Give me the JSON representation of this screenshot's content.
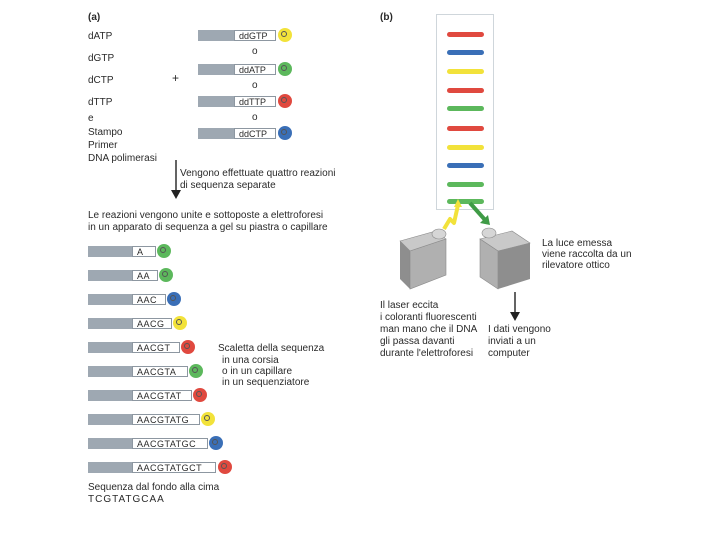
{
  "colors": {
    "yellow": "#f2e23a",
    "green": "#5cb85c",
    "red": "#e0493f",
    "blue": "#3a6fb7",
    "bar_gray": "#9ea8b2"
  },
  "panel_a": {
    "label": "(a)",
    "reagents": [
      "dATP",
      "dGTP",
      "dCTP",
      "dTTP",
      "e",
      "Stampo",
      "Primer",
      "DNA polimerasi"
    ],
    "plus": "+",
    "dideoxy": [
      {
        "text": "ddGTP",
        "color": "yellow"
      },
      {
        "text": "ddATP",
        "color": "green"
      },
      {
        "text": "ddTTP",
        "color": "red"
      },
      {
        "text": "ddCTP",
        "color": "blue"
      }
    ],
    "or_word": "o",
    "step1": [
      "Vengono effettuate quattro reazioni",
      "di sequenza separate"
    ],
    "step2": [
      "Le reazioni vengono unite e sottoposte a elettroforesi",
      "in un apparato di sequenza a gel su piastra o capillare"
    ],
    "fragments": [
      {
        "seq": "A",
        "color": "green"
      },
      {
        "seq": "AA",
        "color": "green"
      },
      {
        "seq": "AAC",
        "color": "blue"
      },
      {
        "seq": "AACG",
        "color": "yellow"
      },
      {
        "seq": "AACGT",
        "color": "red"
      },
      {
        "seq": "AACGTA",
        "color": "green"
      },
      {
        "seq": "AACGTAT",
        "color": "red"
      },
      {
        "seq": "AACGTATG",
        "color": "yellow"
      },
      {
        "seq": "AACGTATGC",
        "color": "blue"
      },
      {
        "seq": "AACGTATGCT",
        "color": "red"
      }
    ],
    "ladder_caption": [
      "Scaletta della sequenza",
      "in una corsia",
      "o in un capillare",
      "in un sequenziatore"
    ],
    "bottom_caption": "Sequenza dal fondo alla cima",
    "bottom_sequence": "TCGTATGCAA"
  },
  "panel_b": {
    "label": "(b)",
    "bands": [
      "red",
      "blue",
      "yellow",
      "red",
      "green",
      "red",
      "yellow",
      "blue",
      "green",
      "green"
    ],
    "light_caption": [
      "La luce emessa",
      "viene raccolta da un",
      "rilevatore ottico"
    ],
    "laser_caption": [
      "Il laser eccita",
      "i coloranti fluorescenti",
      "man mano che il DNA",
      "gli passa davanti",
      "durante l'elettroforesi"
    ],
    "data_caption": [
      "I dati vengono",
      "inviati a un",
      "computer"
    ]
  }
}
